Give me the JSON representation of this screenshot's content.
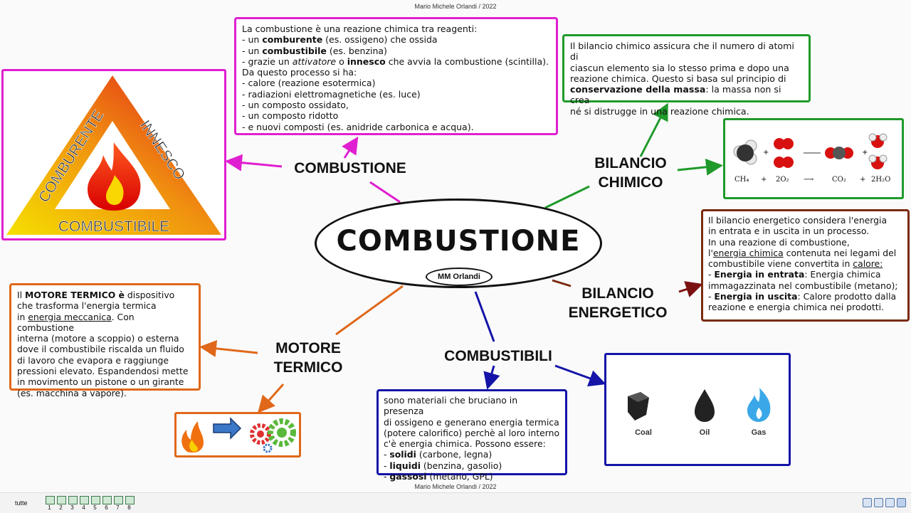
{
  "credit_top": "Mario Michele Orlandi / 2022",
  "credit_bottom": "Mario Michele Orlandi / 2022",
  "center": {
    "title": "COMBUSTIONE",
    "author": "MM Orlandi"
  },
  "triangle": {
    "left": "COMBURENTE",
    "right": "INNESCO",
    "bottom": "COMBUSTIBILE"
  },
  "branches": {
    "combustione": "COMBUSTIONE",
    "bilancio_chimico": [
      "BILANCIO",
      "CHIMICO"
    ],
    "bilancio_energetico": [
      "BILANCIO",
      "ENERGETICO"
    ],
    "motore_termico": [
      "MOTORE",
      "TERMICO"
    ],
    "combustibili": "COMBUSTIBILI"
  },
  "combustione_box": {
    "l1": "La combustione è una reazione chimica tra reagenti:",
    "l2a": "- un ",
    "l2b": "comburente",
    "l2c": " (es. ossigeno) che ossida",
    "l3a": "- un ",
    "l3b": "combustibile",
    "l3c": " (es. benzina)",
    "l4a": "- grazie un ",
    "l4b": "attivatore",
    "l4c": "  o ",
    "l4d": "innesco",
    "l4e": " che avvia la combustione (scintilla).",
    "l5": "Da questo processo si ha:",
    "l6": "- calore (reazione esotermica)",
    "l7": "- radiazioni elettromagnetiche (es. luce)",
    "l8": "- un composto ossidato,",
    "l9": "- un composto ridotto",
    "l10": "- e nuovi composti (es. anidride carbonica e acqua)."
  },
  "chimico_box": {
    "l1": "Il bilancio chimico assicura che il numero di atomi di",
    "l2": "ciascun elemento sia lo stesso prima e dopo una",
    "l3": "reazione chimica. Questo si basa sul principio di",
    "l4a": "conservazione della massa",
    "l4b": ": la massa non si crea",
    "l5": "né si distrugge in una reazione chimica."
  },
  "equation": {
    "ch4": "CH₄",
    "plus1": "+",
    "o2": "2O₂",
    "arrow": "⟶",
    "co2": "CO₂",
    "plus2": "+",
    "h2o": "2H₂O",
    "plus_top1": "+",
    "plus_top2": "+"
  },
  "energetico_box": {
    "l1": "Il bilancio energetico considera l'energia",
    "l2": "in entrata e in uscita in un processo.",
    "l3": "In una reazione di combustione,",
    "l4a": "l'",
    "l4b": "energia chimica",
    "l4c": " contenuta nei legami del",
    "l5a": "combustibile viene convertita in ",
    "l5b": "calore:",
    "l6a": "- ",
    "l6b": "Energia in entrata",
    "l6c": ": Energia chimica",
    "l7": " immagazzinata nel combustibile (metano);",
    "l8a": "- ",
    "l8b": "Energia in uscita",
    "l8c": ": Calore prodotto dalla",
    "l9": "reazione e energia chimica nei prodotti."
  },
  "motore_box": {
    "l1a": "Il ",
    "l1b": "MOTORE TERMICO è",
    "l1c": " dispositivo",
    "l2": "  che trasforma l'energia termica",
    "l3a": "in ",
    "l3b": "energia meccanica",
    "l3c": ". Con combustione",
    "l4": "interna (motore a scoppio) o esterna",
    "l5": "dove il combustibile riscalda un fluido",
    "l6": "di lavoro che evapora e raggiunge",
    "l7": "pressioni elevato. Espandendosi mette",
    "l8": "in movimento un pistone o un girante",
    "l9": "(es. macchina a vapore)."
  },
  "combustibili_box": {
    "l1": "sono materiali che bruciano in presenza",
    "l2": "di ossigeno e generano energia termica",
    "l3": "(potere calorifico) perchè al loro interno",
    "l4": "c'è energia chimica. Possono essere:",
    "l5a": "- ",
    "l5b": "solidi",
    "l5c": " (carbone, legna)",
    "l6a": "- ",
    "l6b": "liquidi",
    "l6c": " (benzina, gasolio)",
    "l7a": "- ",
    "l7b": "gassosi",
    "l7c": " (metano, GPL)"
  },
  "fuels": {
    "coal": "Coal",
    "oil": "Oil",
    "gas": "Gas"
  },
  "toolbar": {
    "all": "tutte",
    "pages": [
      "1",
      "2",
      "3",
      "4",
      "5",
      "6",
      "7",
      "8"
    ]
  },
  "colors": {
    "magenta": "#e01fd0",
    "green": "#1f9a2a",
    "brown": "#7a2a10",
    "orange": "#e0681a",
    "blue": "#1414a8"
  }
}
